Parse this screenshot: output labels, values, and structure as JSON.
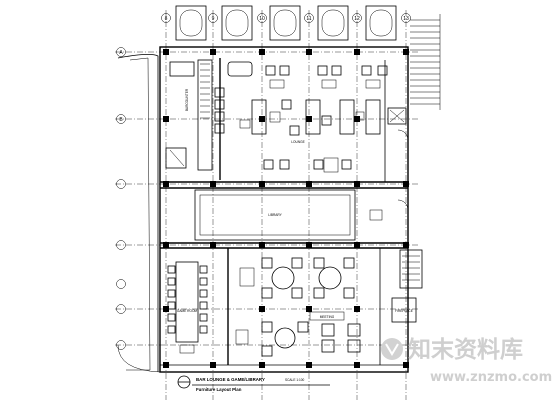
{
  "grid_labels": {
    "top": [
      "8",
      "9",
      "10",
      "11",
      "12",
      "13"
    ],
    "left": [
      "A",
      "B"
    ]
  },
  "room_labels": {
    "bar_counter": "BARCOUNTER",
    "lounge_a": "LOUNGE",
    "game_room": "GAME ROOM",
    "library_area": "LIBRARY",
    "meeting": "MEETING",
    "fireplace": "FIREPLACE"
  },
  "drawing_title": {
    "line1": "BAR LOUNGE & GAME/LIBRARY",
    "line2": "Furniture Layout Plan",
    "scale": "SCALE 1:100"
  },
  "watermark": {
    "logo_text": "知末资料库",
    "url": "www.znzmo.com"
  }
}
